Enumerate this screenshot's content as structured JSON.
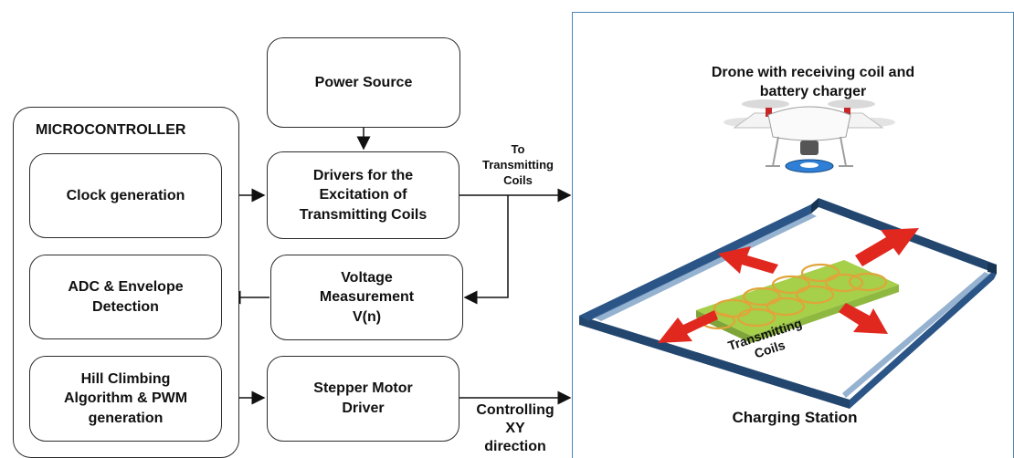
{
  "microcontroller": {
    "title": "MICROCONTROLLER",
    "clock": "Clock generation",
    "adc": [
      "ADC & Envelope",
      "Detection"
    ],
    "hill": [
      "Hill Climbing",
      "Algorithm & PWM",
      "generation"
    ]
  },
  "blocks": {
    "power": "Power Source",
    "drivers": [
      "Drivers for the",
      "Excitation of",
      "Transmitting Coils"
    ],
    "voltage": [
      "Voltage",
      "Measurement",
      "V(n)"
    ],
    "stepper": [
      "Stepper Motor",
      "Driver"
    ]
  },
  "arrow_labels": {
    "to_coils": [
      "To",
      "Transmitting",
      "Coils"
    ],
    "controlling": [
      "Controlling",
      "XY",
      "direction"
    ]
  },
  "station": {
    "drone_title": [
      "Drone with receiving coil and",
      "battery charger"
    ],
    "coils_label": [
      "Transmitting",
      "Coils"
    ],
    "station_label": "Charging Station"
  },
  "colors": {
    "frame": "#22466e",
    "panel_border": "#4a86b8",
    "coil_pad": "#a6cf4a",
    "coil_ring": "#e0a53a",
    "arrow_red": "#e1281f"
  }
}
